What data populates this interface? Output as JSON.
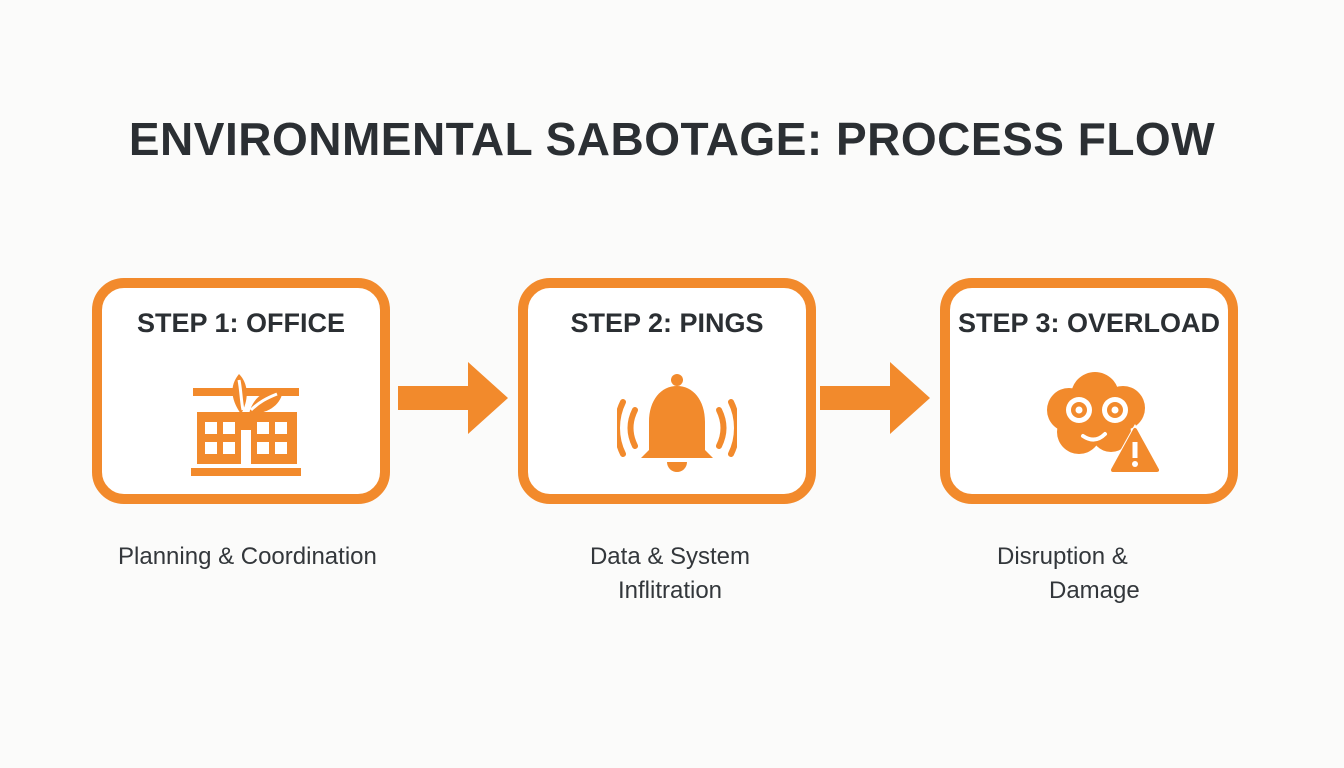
{
  "title": "ENVIRONMENTAL SABOTAGE: PROCESS FLOW",
  "accent_color": "#f28a2c",
  "steps": [
    {
      "title": "STEP 1: OFFICE",
      "icon": "eco-office-building-icon",
      "caption": [
        "Planning & Coordination"
      ]
    },
    {
      "title": "STEP 2: PINGS",
      "icon": "ringing-bell-icon",
      "caption": [
        "Data & System",
        "Inflitration"
      ]
    },
    {
      "title": "STEP 3: OVERLOAD",
      "icon": "brain-gears-warning-icon",
      "caption": [
        "Disruption &",
        "Damage"
      ]
    }
  ]
}
